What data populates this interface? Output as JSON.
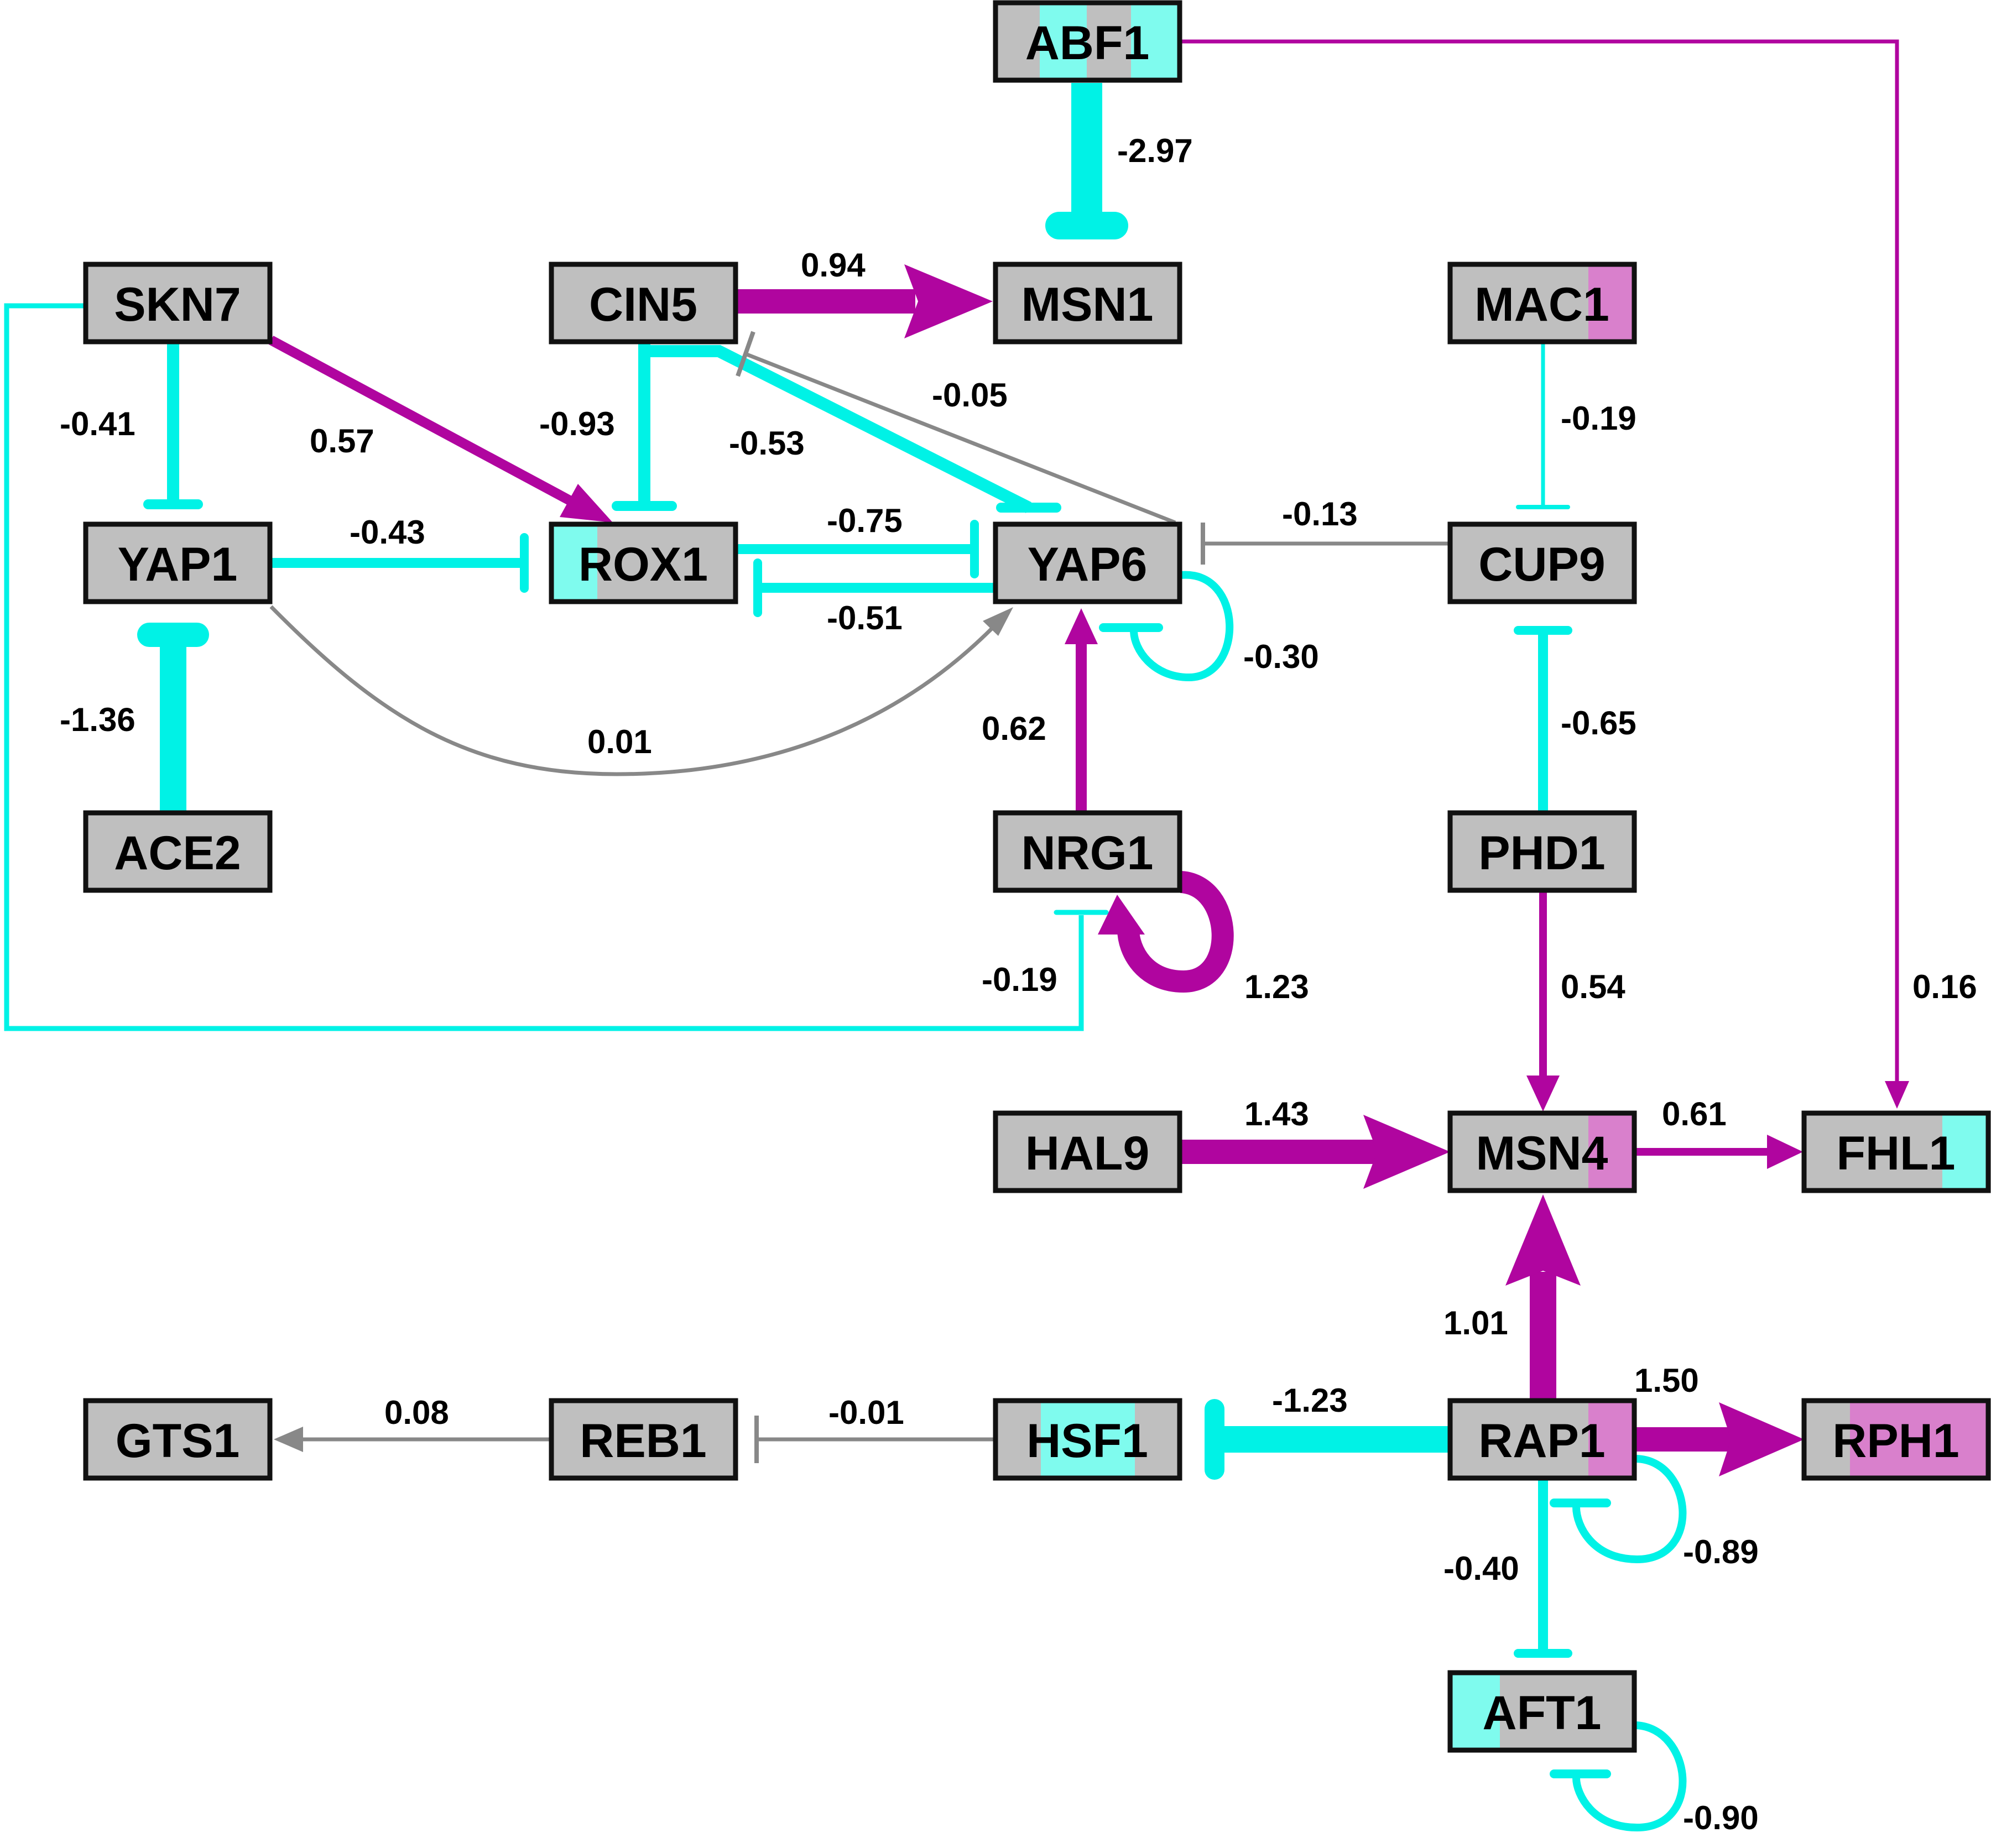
{
  "colors": {
    "activation": "#b0059f",
    "repression": "#00f2e6",
    "neutral": "#888888",
    "node_fill": "#bfbfbf",
    "node_border": "#111111",
    "cyan_fill": "#7ffbee",
    "magenta_fill": "#d980cc"
  },
  "nodes": [
    {
      "id": "ABF1",
      "label": "ABF1"
    },
    {
      "id": "SKN7",
      "label": "SKN7"
    },
    {
      "id": "CIN5",
      "label": "CIN5"
    },
    {
      "id": "MSN1",
      "label": "MSN1"
    },
    {
      "id": "MAC1",
      "label": "MAC1"
    },
    {
      "id": "YAP1",
      "label": "YAP1"
    },
    {
      "id": "ROX1",
      "label": "ROX1"
    },
    {
      "id": "YAP6",
      "label": "YAP6"
    },
    {
      "id": "CUP9",
      "label": "CUP9"
    },
    {
      "id": "ACE2",
      "label": "ACE2"
    },
    {
      "id": "NRG1",
      "label": "NRG1"
    },
    {
      "id": "PHD1",
      "label": "PHD1"
    },
    {
      "id": "HAL9",
      "label": "HAL9"
    },
    {
      "id": "MSN4",
      "label": "MSN4"
    },
    {
      "id": "FHL1",
      "label": "FHL1"
    },
    {
      "id": "GTS1",
      "label": "GTS1"
    },
    {
      "id": "REB1",
      "label": "REB1"
    },
    {
      "id": "HSF1",
      "label": "HSF1"
    },
    {
      "id": "RAP1",
      "label": "RAP1"
    },
    {
      "id": "RPH1",
      "label": "RPH1"
    },
    {
      "id": "AFT1",
      "label": "AFT1"
    }
  ],
  "edges": [
    {
      "from": "ABF1",
      "to": "MSN1",
      "weight": "-2.97",
      "type": "repression"
    },
    {
      "from": "ABF1",
      "to": "FHL1",
      "weight": "0.16",
      "type": "activation"
    },
    {
      "from": "CIN5",
      "to": "MSN1",
      "weight": "0.94",
      "type": "activation"
    },
    {
      "from": "SKN7",
      "to": "YAP1",
      "weight": "-0.41",
      "type": "repression"
    },
    {
      "from": "SKN7",
      "to": "ROX1",
      "weight": "0.57",
      "type": "activation"
    },
    {
      "from": "SKN7",
      "to": "NRG1",
      "weight": "-0.19",
      "type": "repression"
    },
    {
      "from": "CIN5",
      "to": "ROX1",
      "weight": "-0.93",
      "type": "repression"
    },
    {
      "from": "CIN5",
      "to": "YAP6",
      "weight": "-0.53",
      "type": "repression"
    },
    {
      "from": "YAP6",
      "to": "CIN5",
      "weight": "-0.05",
      "type": "neutral"
    },
    {
      "from": "MAC1",
      "to": "CUP9",
      "weight": "-0.19",
      "type": "repression"
    },
    {
      "from": "YAP1",
      "to": "ROX1",
      "weight": "-0.43",
      "type": "repression"
    },
    {
      "from": "ROX1",
      "to": "YAP6",
      "weight": "-0.75",
      "type": "repression"
    },
    {
      "from": "YAP6",
      "to": "ROX1",
      "weight": "-0.51",
      "type": "repression"
    },
    {
      "from": "CUP9",
      "to": "YAP6",
      "weight": "-0.13",
      "type": "neutral"
    },
    {
      "from": "YAP6",
      "to": "YAP6",
      "weight": "-0.30",
      "type": "repression"
    },
    {
      "from": "ACE2",
      "to": "YAP1",
      "weight": "-1.36",
      "type": "repression"
    },
    {
      "from": "YAP1",
      "to": "YAP6",
      "weight": "0.01",
      "type": "neutral"
    },
    {
      "from": "NRG1",
      "to": "YAP6",
      "weight": "0.62",
      "type": "activation"
    },
    {
      "from": "NRG1",
      "to": "NRG1",
      "weight": "1.23",
      "type": "activation"
    },
    {
      "from": "PHD1",
      "to": "CUP9",
      "weight": "-0.65",
      "type": "repression"
    },
    {
      "from": "PHD1",
      "to": "MSN4",
      "weight": "0.54",
      "type": "activation"
    },
    {
      "from": "HAL9",
      "to": "MSN4",
      "weight": "1.43",
      "type": "activation"
    },
    {
      "from": "MSN4",
      "to": "FHL1",
      "weight": "0.61",
      "type": "activation"
    },
    {
      "from": "RAP1",
      "to": "MSN4",
      "weight": "1.01",
      "type": "activation"
    },
    {
      "from": "RAP1",
      "to": "RPH1",
      "weight": "1.50",
      "type": "activation"
    },
    {
      "from": "REB1",
      "to": "GTS1",
      "weight": "0.08",
      "type": "neutral"
    },
    {
      "from": "HSF1",
      "to": "REB1",
      "weight": "-0.01",
      "type": "neutral"
    },
    {
      "from": "RAP1",
      "to": "HSF1",
      "weight": "-1.23",
      "type": "repression"
    },
    {
      "from": "RAP1",
      "to": "RAP1",
      "weight": "-0.89",
      "type": "repression"
    },
    {
      "from": "RAP1",
      "to": "AFT1",
      "weight": "-0.40",
      "type": "repression"
    },
    {
      "from": "AFT1",
      "to": "AFT1",
      "weight": "-0.90",
      "type": "repression"
    }
  ]
}
